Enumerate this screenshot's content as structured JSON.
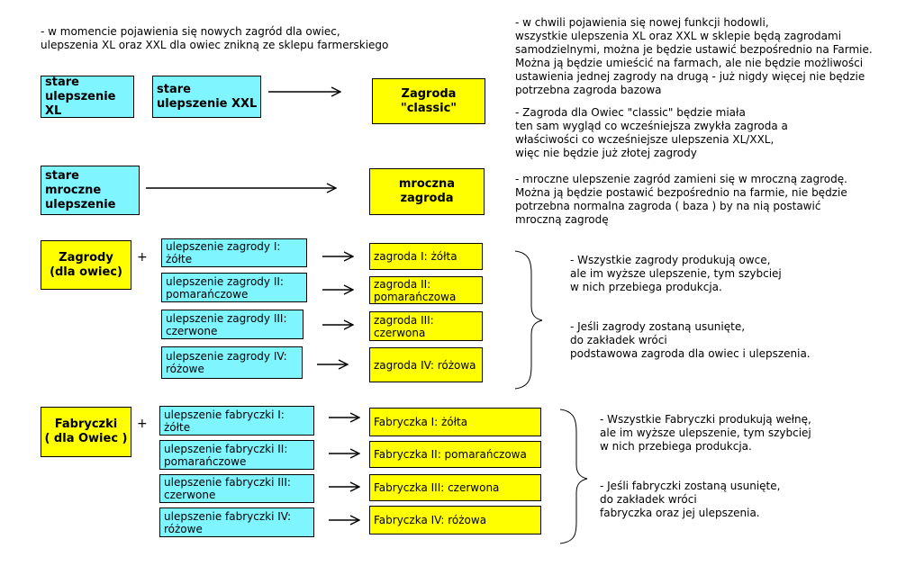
{
  "note_top_left": "- w momencie pojawienia się nowych zagród dla owiec,\nulepszenia XL oraz XXL dla owiec znikną ze sklepu farmerskiego",
  "row1": {
    "box_xl": "stare\nulepszenie XL",
    "box_xxl": "stare\nulepszenie XXL",
    "target": "Zagroda\n\"classic\"",
    "note_a": "- w chwili pojawienia się nowej funkcji hodowli,\nwszystkie ulepszenia XL oraz XXL w sklepie będą zagrodami\nsamodzielnymi, można je będzie ustawić bezpośrednio na Farmie.\nMożna ją będzie umieścić na farmach, ale nie będzie możliwości\nustawienia jednej zagrody na drugą - już nigdy więcej nie będzie\npotrzebna zagroda bazowa",
    "note_b": "- Zagroda dla Owiec \"classic\" będzie miała\nten sam wygląd co wcześniejsza zwykła zagroda a\nwłaściwości co  wcześniejsze ulepszenia XL/XXL,\n więc nie będzie już złotej zagrody"
  },
  "row2": {
    "source": "stare mroczne\nulepszenie",
    "target": "mroczna\nzagroda",
    "note": "- mroczne ulepszenie zagród zamieni się w mroczną zagrodę.\n Można ją będzie postawić bezpośrednio na farmie, nie będzie\n potrzebna normalna zagroda ( baza ) by na nią postawić\n mroczną zagrodę"
  },
  "zagrody": {
    "head": "Zagrody\n(dla owiec)",
    "plus": "+",
    "upgrades": [
      "ulepszenie zagrody I:\n żółte",
      "ulepszenie zagrody II:\n  pomarańczowe",
      "ulepszenie zagrody III:\n czerwone",
      "ulepszenie zagrody IV:\nróżowe"
    ],
    "results": [
      "zagroda I: żółta",
      "zagroda II:\n  pomarańczowa",
      "zagroda III:\n  czerwona",
      "zagroda IV: różowa"
    ],
    "note_a": "- Wszystkie zagrody produkują owce,\nale im wyższe ulepszenie, tym szybciej\nw nich przebiega produkcja.",
    "note_b": "- Jeśli zagrody zostaną usunięte,\ndo zakładek  wróci\n podstawowa zagroda dla owiec i ulepszenia."
  },
  "fabryczki": {
    "head": "Fabryczki\n( dla Owiec )",
    "plus": "+",
    "upgrades": [
      "ulepszenie fabryczki I:\nżółte",
      "ulepszenie fabryczki II:\npomarańczowe",
      "ulepszenie fabryczki III:\nczerwone",
      "ulepszenie fabryczki IV:\nróżowe"
    ],
    "results": [
      "Fabryczka I: żółta",
      "Fabryczka II: pomarańczowa",
      "Fabryczka III: czerwona",
      "Fabryczka IV: różowa"
    ],
    "note_a": "- Wszystkie Fabryczki produkują wełnę,\nale im wyższe ulepszenie, tym szybciej\nw nich przebiega produkcja.",
    "note_b": "- Jeśli fabryczki zostaną usunięte,\ndo zakładek  wróci\nfabryczka oraz jej ulepszenia."
  }
}
